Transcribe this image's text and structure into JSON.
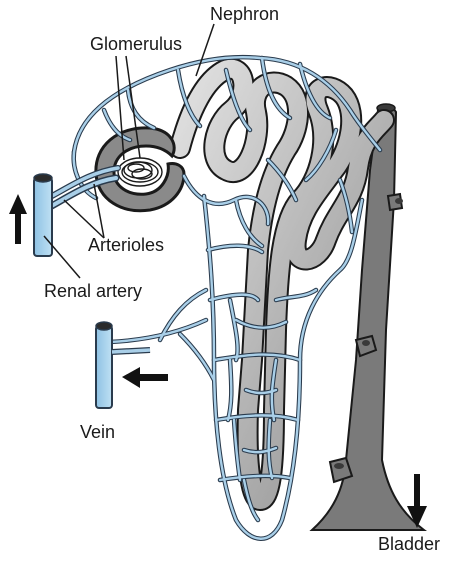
{
  "labels": {
    "nephron": "Nephron",
    "glomerulus": "Glomerulus",
    "arterioles": "Arterioles",
    "renal_artery": "Renal artery",
    "vein": "Vein",
    "bladder": "Bladder"
  },
  "colors": {
    "capillary": "#a9cfe8",
    "capillary_outline": "#2a3b4d",
    "tubule_light": "#dadada",
    "tubule_dark": "#8a8a8a",
    "collecting_duct": "#7a7a7a",
    "outline": "#1a1a1a",
    "arrow": "#111111"
  },
  "icons": {
    "up_arrow": "arrow-up-icon",
    "left_arrow": "arrow-left-icon",
    "down_arrow": "arrow-down-icon"
  }
}
